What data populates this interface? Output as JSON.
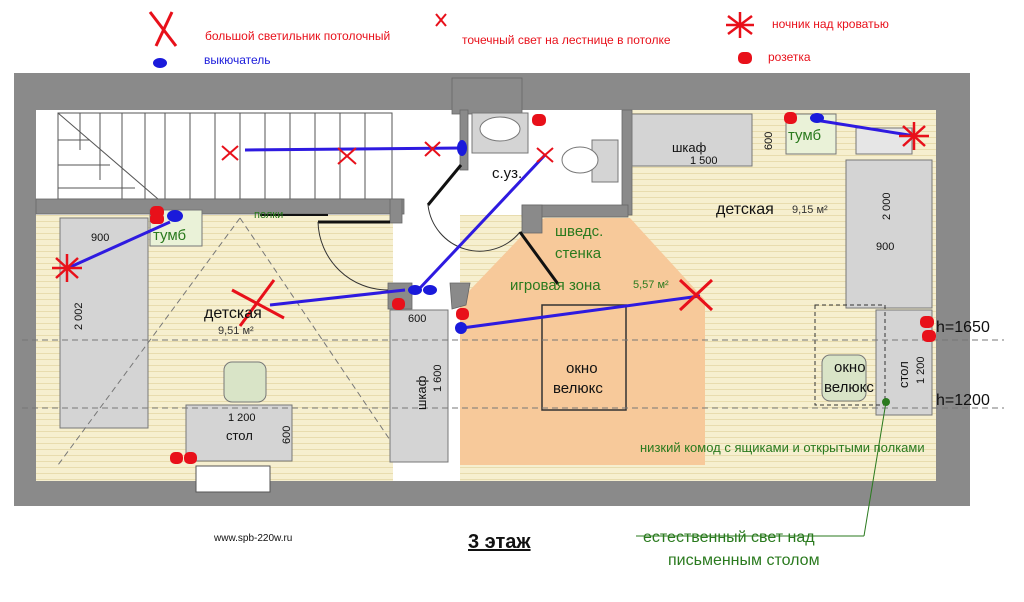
{
  "legend": {
    "ceiling_light": "большой светильник потолочный",
    "stair_spot": "точечный свет на лестнице в потолке",
    "night_light": "ночник над кроватью",
    "switch": "выкючатель",
    "socket": "розетка"
  },
  "rooms": {
    "bathroom": "с.уз.",
    "children_right": "детская",
    "children_right_area": "9,15 м²",
    "children_left": "детская",
    "children_left_area": "9,51 м²",
    "play_zone": "игровая зона",
    "play_zone_area": "5,57 м²",
    "swedish_wall_1": "шведс.",
    "swedish_wall_2": "стенка"
  },
  "furniture": {
    "wardrobe_top": "шкаф",
    "wardrobe_top_w": "1 500",
    "wardrobe_top_d": "600",
    "nightstand_right": "тумб",
    "bed_right_len": "2 000",
    "bed_right_w": "900",
    "nightstand_left": "тумб",
    "shelves": "полки",
    "bed_left_w": "900",
    "bed_left_len": "2 002",
    "wardrobe_left": "шкаф",
    "wardrobe_left_len": "1 600",
    "wardrobe_left_d": "600",
    "desk_left": "стол",
    "desk_left_w": "1 200",
    "desk_left_d": "600",
    "desk_right": "стол",
    "desk_right_w": "1 200",
    "window_center_1": "окно",
    "window_center_2": "велюкс",
    "window_right_1": "окно",
    "window_right_2": "велюкс",
    "low_dresser": "низкий комод с ящиками и открытыми полками"
  },
  "heights": {
    "h1": "h=1650",
    "h2": "h=1200"
  },
  "footer": {
    "site": "www.spb-220w.ru",
    "floor": "3 этаж",
    "note_1": "естественный свет над",
    "note_2": "письменным столом"
  },
  "colors": {
    "wall": "#888888",
    "floor_wood": "#f5ecc8",
    "play_zone": "#f7c99a",
    "marker_red": "#e8101a",
    "marker_blue": "#1a1adb",
    "wire": "#2e1ae0",
    "green_text": "#2a7a1e"
  }
}
